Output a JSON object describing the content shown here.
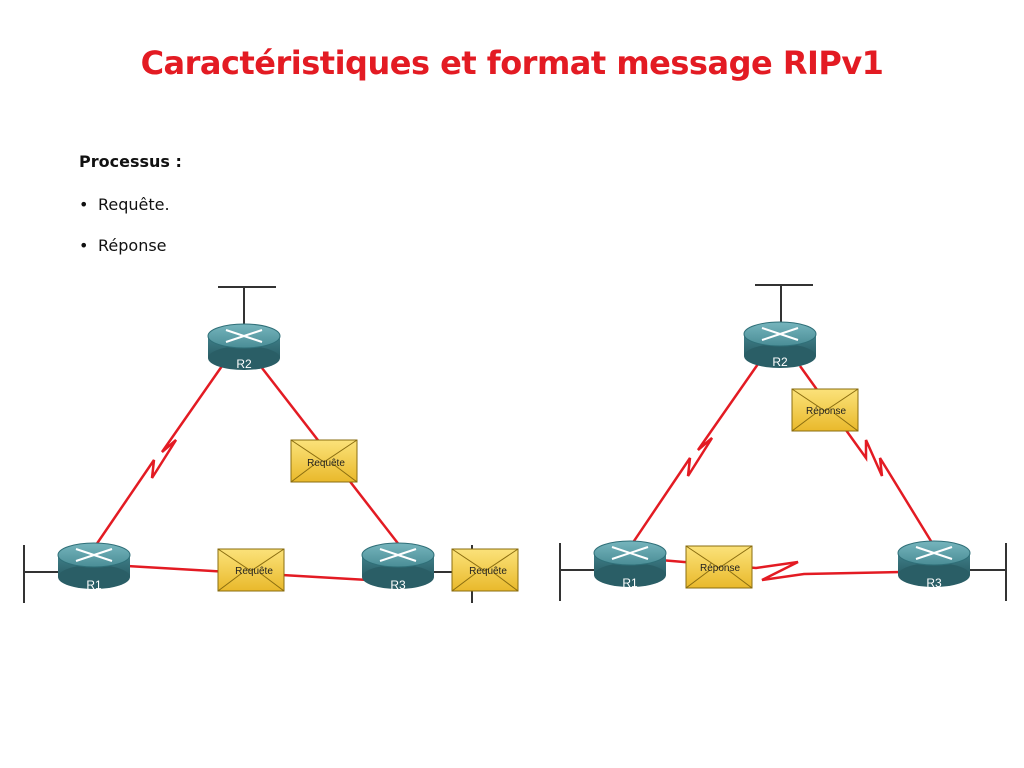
{
  "slide": {
    "title": "Caractéristiques et format message RIPv1",
    "heading": "Processus :",
    "bullets": [
      "Requête.",
      "Réponse"
    ]
  },
  "diagrams": [
    {
      "routers": [
        "R2",
        "R1",
        "R3"
      ],
      "messages": [
        "Requête",
        "Requête",
        "Requête"
      ]
    },
    {
      "routers": [
        "R2",
        "R1",
        "R3"
      ],
      "messages": [
        "Réponse",
        "Réponse"
      ]
    }
  ],
  "colors": {
    "title": "#e31b23",
    "link": "#e31b23",
    "router_body": "#3f7d87",
    "router_top": "#5fa1aa",
    "envelope": "#f2cc3b"
  }
}
